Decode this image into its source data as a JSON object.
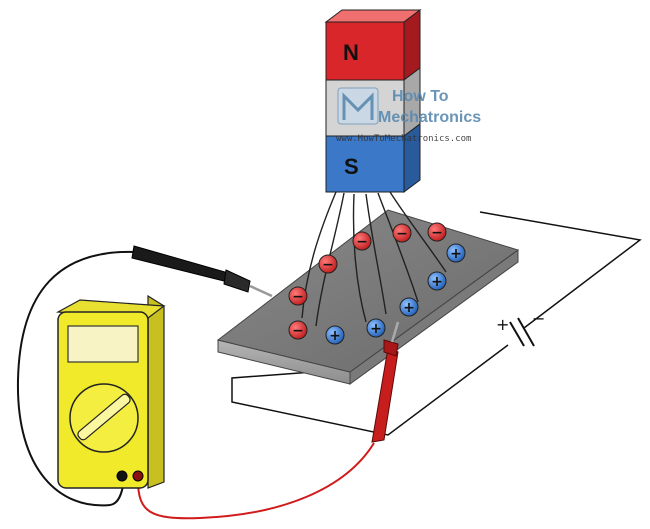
{
  "magnet": {
    "north_label": "N",
    "south_label": "S",
    "north_color": "#d9262b",
    "south_color": "#3b78c8",
    "middle_color": "#d4d4d4"
  },
  "charges": {
    "negative_sign": "−",
    "positive_sign": "+",
    "negative_color": "#d62a2a",
    "positive_color": "#2f6fc9"
  },
  "battery": {
    "plus_sign": "+",
    "minus_sign": "−"
  },
  "watermark": {
    "title_line1": "How To",
    "title_line2": "Mechatronics",
    "url": "www.HowToMechatronics.com"
  },
  "multimeter": {
    "body_color": "#f0ea2a",
    "screen_color": "#f7f3c4"
  },
  "probes": {
    "black_color": "#1a1a1a",
    "red_color": "#c81d1d"
  }
}
